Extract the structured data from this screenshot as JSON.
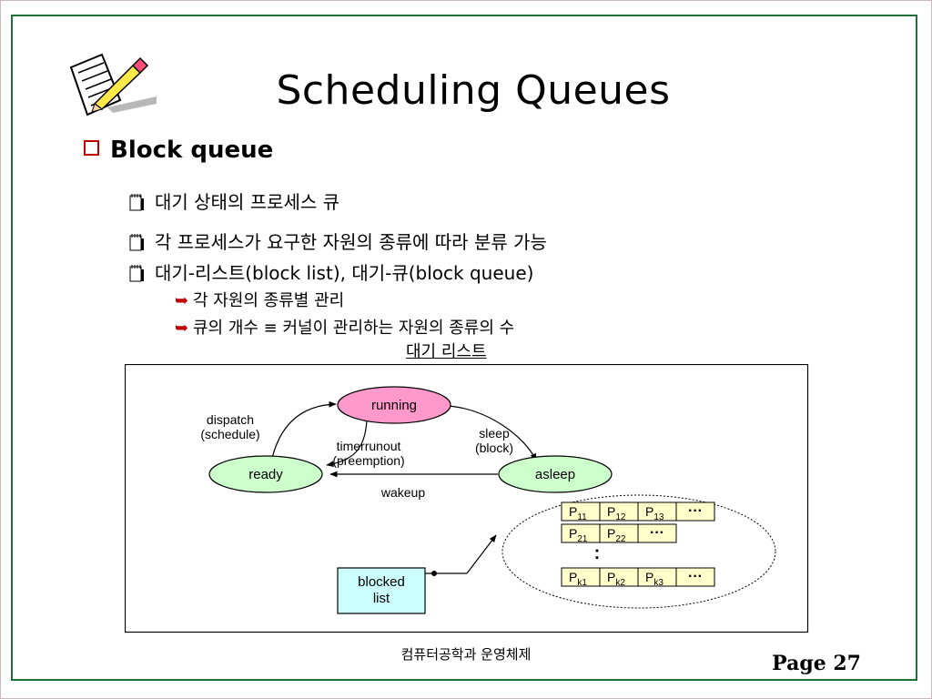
{
  "slide": {
    "title": "Scheduling Queues",
    "heading": "Block queue",
    "bullets": [
      "대기 상태의 프로세스 큐",
      "각 프로세스가 요구한 자원의 종류에 따라 분류 가능",
      "대기-리스트(block list), 대기-큐(block queue)"
    ],
    "sub_bullets": [
      "각 자원의 종류별 관리",
      "큐의 개수 ≡ 커널이 관리하는 자원의 종류의 수"
    ],
    "diagram_caption": "대기 리스트",
    "footer": "컴퓨터공학과 운영체제",
    "page_label": "Page 27"
  },
  "diagram": {
    "states": {
      "running": "running",
      "ready": "ready",
      "asleep": "asleep"
    },
    "transitions": {
      "dispatch": "dispatch",
      "dispatch_sub": "(schedule)",
      "timerrunout": "timerrunout",
      "timerrunout_sub": "(preemption)",
      "sleep": "sleep",
      "sleep_sub": "(block)",
      "wakeup": "wakeup"
    },
    "blocked_list": {
      "line1": "blocked",
      "line2": "list"
    },
    "queues": [
      {
        "cells": [
          {
            "p": "P",
            "sub": "11"
          },
          {
            "p": "P",
            "sub": "12"
          },
          {
            "p": "P",
            "sub": "13"
          }
        ],
        "more": "···"
      },
      {
        "cells": [
          {
            "p": "P",
            "sub": "21"
          },
          {
            "p": "P",
            "sub": "22"
          }
        ],
        "more": "···"
      },
      {
        "cells": [
          {
            "p": "P",
            "sub": "k1"
          },
          {
            "p": "P",
            "sub": "k2"
          },
          {
            "p": "P",
            "sub": "k3"
          }
        ],
        "more": "···"
      }
    ],
    "vdots": ":",
    "colors": {
      "running": "#ff99cc",
      "ready": "#ccffcc",
      "asleep": "#ccffcc",
      "blocked": "#ccffff",
      "queue_cell": "#ffffcc",
      "frame": "#1e6f3c",
      "bullet_box": "#c00000"
    }
  }
}
